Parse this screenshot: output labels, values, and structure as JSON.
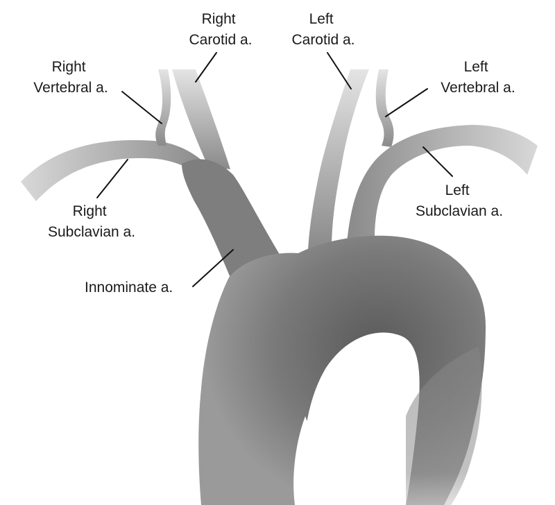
{
  "labels": {
    "right_carotid": [
      "Right",
      "Carotid a."
    ],
    "left_carotid": [
      "Left",
      "Carotid a."
    ],
    "right_vertebral": [
      "Right",
      "Vertebral a."
    ],
    "left_vertebral": [
      "Left",
      "Vertebral a."
    ],
    "right_subclavian": [
      "Right",
      "Subclavian a."
    ],
    "left_subclavian": [
      "Left",
      "Subclavian a."
    ],
    "innominate": [
      "Innominate a."
    ]
  },
  "colors": {
    "vessel": "#7d7d7d",
    "vessel_dark": "#5e5e5e",
    "vessel_light": "#a6a6a6",
    "background": "#ffffff",
    "text": "#1a1a1a"
  }
}
